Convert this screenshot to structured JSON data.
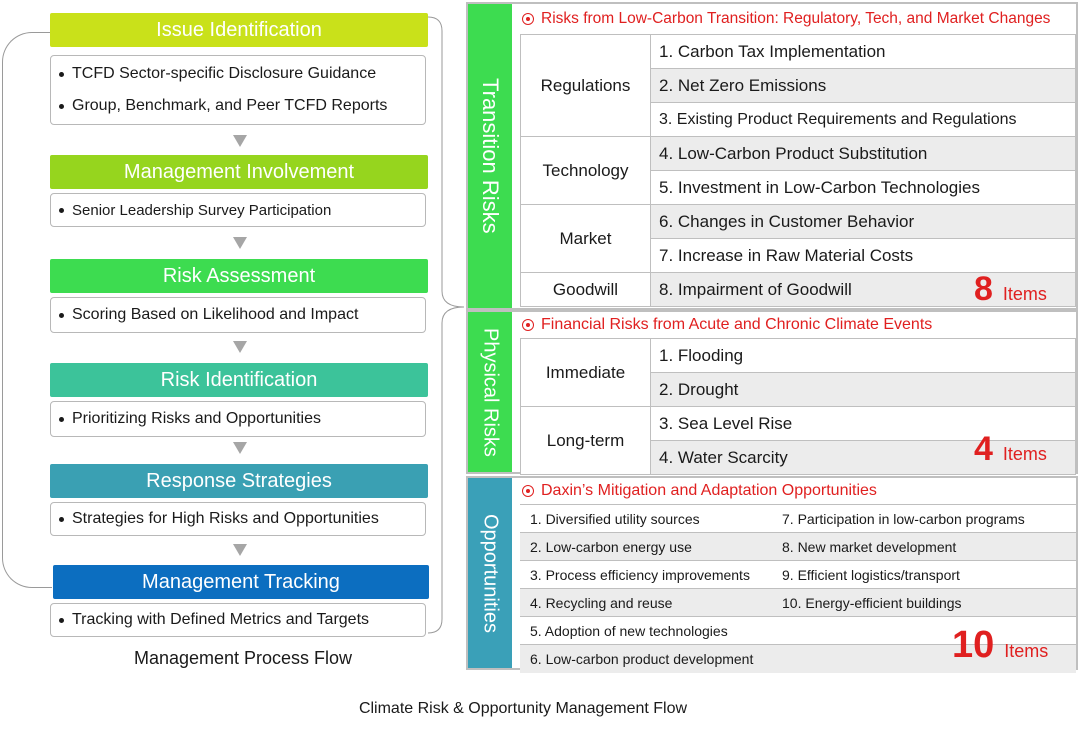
{
  "process": {
    "caption": "Management Process Flow",
    "steps": [
      {
        "title": "Issue Identification",
        "color": "#c9e11a",
        "items": [
          "TCFD Sector-specific Disclosure Guidance",
          "Group, Benchmark, and Peer TCFD Reports"
        ]
      },
      {
        "title": "Management Involvement",
        "color": "#96d51e",
        "items": [
          "Senior Leadership Survey Participation"
        ]
      },
      {
        "title": "Risk Assessment",
        "color": "#3ddc50",
        "items": [
          "Scoring Based on Likelihood and Impact"
        ]
      },
      {
        "title": "Risk Identification",
        "color": "#3cc39a",
        "items": [
          "Prioritizing Risks and Opportunities"
        ]
      },
      {
        "title": "Response Strategies",
        "color": "#3aa0b3",
        "items": [
          "Strategies for High Risks and Opportunities"
        ]
      },
      {
        "title": "Management Tracking",
        "color": "#0c6ec0",
        "items": [
          "Tracking with Defined Metrics and Targets"
        ]
      }
    ]
  },
  "transition": {
    "label": "Transition Risks",
    "color": "#3ddc50",
    "heading": "Risks from Low-Carbon Transition: Regulatory, Tech, and Market Changes",
    "groups": [
      {
        "category": "Regulations",
        "items": [
          "1. Carbon Tax Implementation",
          "2. Net Zero Emissions",
          "3. Existing Product Requirements and Regulations"
        ]
      },
      {
        "category": "Technology",
        "items": [
          "4. Low-Carbon Product Substitution",
          "5. Investment in Low-Carbon Technologies"
        ]
      },
      {
        "category": "Market",
        "items": [
          "6. Changes in Customer Behavior",
          "7. Increase in Raw Material Costs"
        ]
      },
      {
        "category": "Goodwill",
        "items": [
          "8. Impairment of Goodwill"
        ]
      }
    ],
    "count": "8",
    "count_label": "Items"
  },
  "physical": {
    "label": "Physical Risks",
    "color": "#3ddc50",
    "heading": "Financial Risks from Acute and Chronic Climate Events",
    "groups": [
      {
        "category": "Immediate",
        "items": [
          "1. Flooding",
          "2. Drought"
        ]
      },
      {
        "category": "Long-term",
        "items": [
          "3. Sea Level Rise",
          "4. Water Scarcity"
        ]
      }
    ],
    "count": "4",
    "count_label": "Items"
  },
  "opportunities": {
    "label": "Opportunities",
    "color": "#3aa0b8",
    "heading": "Daxin’s Mitigation and Adaptation Opportunities",
    "rows": [
      [
        "1. Diversified utility sources",
        "7. Participation in low-carbon programs"
      ],
      [
        "2. Low-carbon energy use",
        "8. New market development"
      ],
      [
        "3. Process efficiency improvements",
        "9. Efficient logistics/transport"
      ],
      [
        "4. Recycling and reuse",
        "10. Energy-efficient buildings"
      ],
      [
        "5. Adoption of new technologies",
        ""
      ],
      [
        "6. Low-carbon product development",
        ""
      ]
    ],
    "count": "10",
    "count_label": "Items"
  },
  "footer": {
    "caption": "Climate Risk & Opportunity Management Flow"
  },
  "colors": {
    "accent_red": "#e02020",
    "border": "#bfbfbf",
    "shade": "#ececec"
  }
}
